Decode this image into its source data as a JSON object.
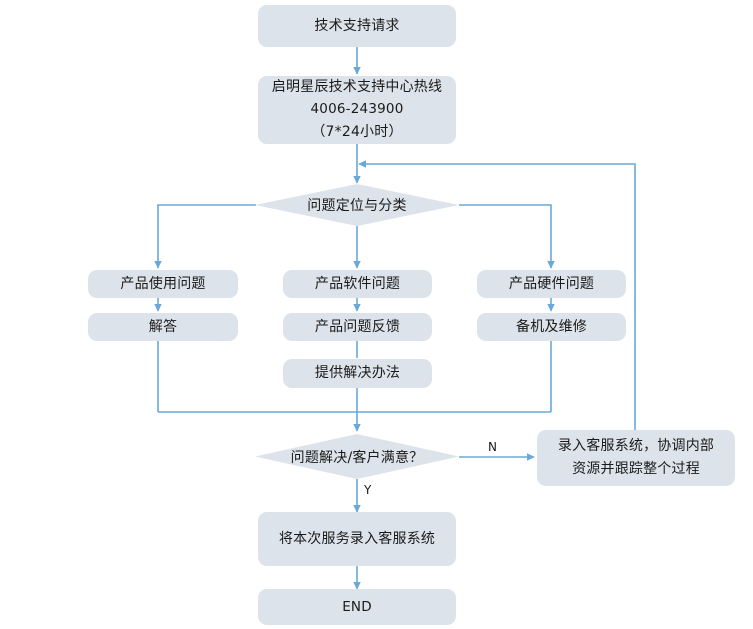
{
  "diagram": {
    "title_text": "技术支持请求",
    "theme": {
      "node_fill": "#dde3ea",
      "connector": "#6aa9d7",
      "text": "#1a1a1a",
      "background": "#ffffff"
    },
    "nodes": {
      "request": {
        "label": "技术支持请求"
      },
      "hotline": {
        "line1": "启明星辰技术支持中心热线",
        "line2": "4006-243900",
        "line3": "（7*24小时）"
      },
      "triage": {
        "label": "问题定位与分类"
      },
      "usage_issue": {
        "label": "产品使用问题"
      },
      "answer": {
        "label": "解答"
      },
      "software_issue": {
        "label": "产品软件问题"
      },
      "problem_feedback": {
        "label": "产品问题反馈"
      },
      "provide_solution": {
        "label": "提供解决办法"
      },
      "hardware_issue": {
        "label": "产品硬件问题"
      },
      "spare_repair": {
        "label": "备机及维修"
      },
      "resolved_check": {
        "label": "问题解决/客户满意？"
      },
      "escalate": {
        "line1": "录入客服系统，协调内部",
        "line2": "资源并跟踪整个过程"
      },
      "record_service": {
        "label": "将本次服务录入客服系统"
      },
      "end": {
        "label": "END"
      }
    },
    "edge_labels": {
      "no_branch": "N",
      "yes_branch": "Y"
    }
  }
}
